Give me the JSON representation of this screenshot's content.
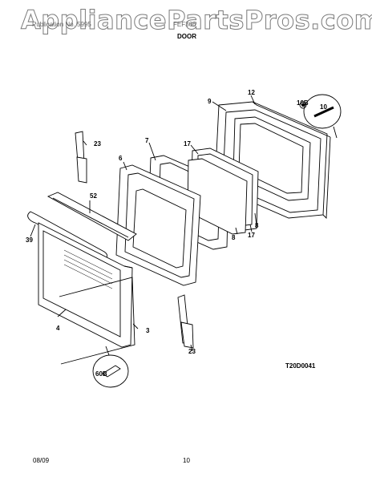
{
  "watermark": "AppliancePartsPros.com",
  "header": {
    "publication_label": "Publication No. 5995",
    "model_label": "FEF366",
    "section_title": "DOOR"
  },
  "diagram_code": "T20D0041",
  "footer": {
    "date": "08/09",
    "page": "10"
  },
  "callouts": {
    "p12": "12",
    "p9": "9",
    "p10b": "10B",
    "p10": "10",
    "p23a": "23",
    "p6": "6",
    "p7": "7",
    "p17a": "17",
    "p8a": "8",
    "p8b": "8",
    "p17b": "17",
    "p52": "52",
    "p39": "39",
    "p4": "4",
    "p3": "3",
    "p60b": "60B",
    "p23b": "23"
  }
}
